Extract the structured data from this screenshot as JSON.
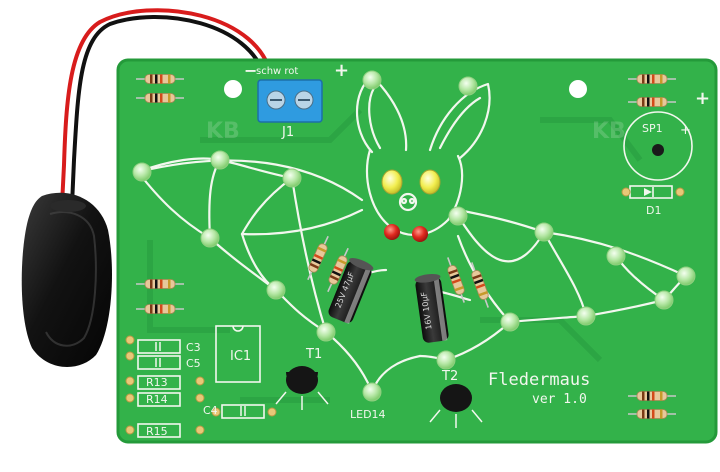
{
  "board": {
    "title": "Fledermaus",
    "version": "ver 1.0",
    "terminal": {
      "label": "J1",
      "minus": "−",
      "plus": "+",
      "wire_text": "schw rot"
    },
    "buzzer": {
      "label": "SP1",
      "plus": "+"
    },
    "diode": {
      "label": "D1"
    },
    "ic": {
      "label": "IC1"
    },
    "transistors": [
      "T1",
      "T2"
    ],
    "led_label": "LED14",
    "capacitors": [
      "C3",
      "C5",
      "C4"
    ],
    "resistors": [
      "R13",
      "R14",
      "R15"
    ],
    "caps_print": [
      "25V 47µF",
      "16V 10µF"
    ],
    "watermark": [
      "KB",
      "KB"
    ]
  },
  "colors": {
    "pcb": "#33b24a",
    "pcb_dark": "#249a3a",
    "silkscreen": "#f2f7ee",
    "led_green": "#b8e8a8",
    "led_yellow": "#f2ee50",
    "led_red": "#e02a20",
    "terminal_blue": "#2f9be0",
    "battery_clip": "#121212",
    "wire_red": "#d81c1c",
    "wire_black": "#111111"
  }
}
